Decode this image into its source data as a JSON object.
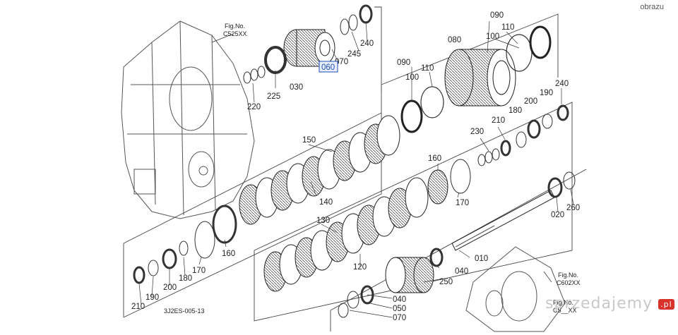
{
  "corner_text": "obrazu",
  "diagram_code": "3J2ES-005-13",
  "watermark": "sprzedajemy",
  "watermark_domain": ".pl",
  "fig_refs": {
    "top_left": {
      "title": "Fig.No.",
      "code": "C525XX"
    },
    "bottom_right": {
      "title": "Fig.No.",
      "code": "C602XX"
    },
    "bottom_right2": {
      "title": "Fig.No.",
      "code": "C5__XX"
    }
  },
  "highlight_label": "060",
  "labels": {
    "l240a": "240",
    "l245": "245",
    "l070a": "070",
    "l030": "030",
    "l225": "225",
    "l220": "220",
    "l090a": "090",
    "l110a": "110",
    "l100a": "100",
    "l080": "080",
    "l090b": "090",
    "l110b": "110",
    "l100b": "100",
    "l240b": "240",
    "l190a": "190",
    "l200a": "200",
    "l180a": "180",
    "l210a": "210",
    "l230": "230",
    "l150": "150",
    "l140": "140",
    "l160a": "160",
    "l170a": "170",
    "l130": "130",
    "l120": "120",
    "l160b": "160",
    "l170b": "170",
    "l010": "010",
    "l040a": "040",
    "l250": "250",
    "l040b": "040",
    "l050": "050",
    "l070b": "070",
    "l020": "020",
    "l260": "260",
    "l210b": "210",
    "l190b": "190",
    "l200b": "200",
    "l180b": "180"
  },
  "colors": {
    "line": "#333333",
    "highlight": "#1d4fb8",
    "watermark": "#c8c8c8",
    "badge": "#d9322b"
  }
}
